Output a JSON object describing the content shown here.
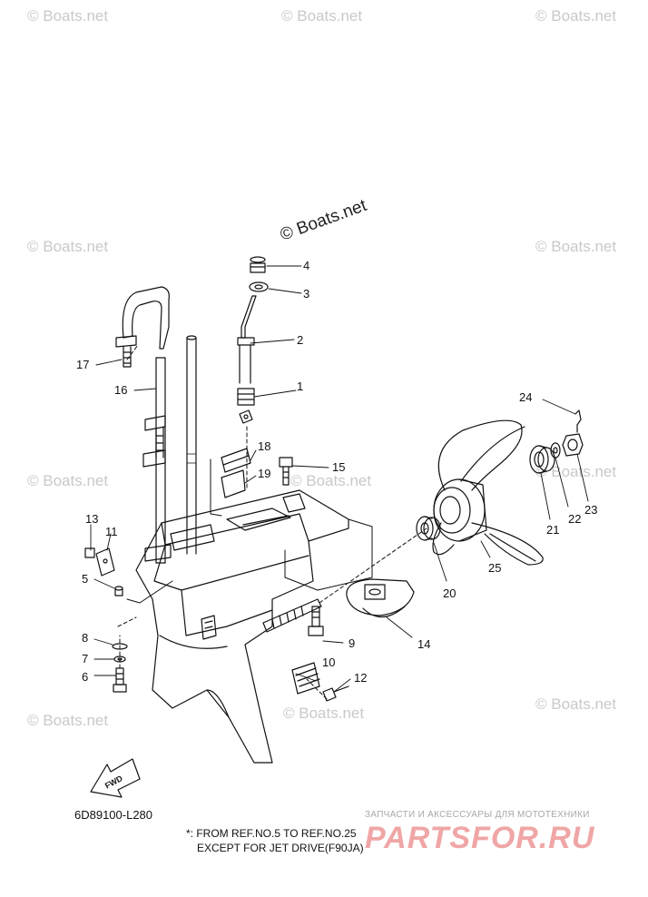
{
  "watermarks": {
    "main": "© Boats.net",
    "repeat": "© Boats.net"
  },
  "callouts": [
    "1",
    "2",
    "3",
    "4",
    "5",
    "6",
    "7",
    "8",
    "9",
    "10",
    "11",
    "12",
    "13",
    "14",
    "15",
    "16",
    "17",
    "18",
    "19",
    "20",
    "21",
    "22",
    "23",
    "24",
    "25"
  ],
  "diagram_code": "6D89100-L280",
  "footnote": {
    "line1": "*: FROM REF.NO.5 TO REF.NO.25",
    "line2": "EXCEPT FOR JET DRIVE(F90JA)"
  },
  "fwd_label": "FWD",
  "shop": {
    "tagline": "ЗАПЧАСТИ И АКСЕССУАРЫ ДЛЯ МОТОТЕХНИКИ",
    "logo": "PARTSFOR.RU"
  }
}
